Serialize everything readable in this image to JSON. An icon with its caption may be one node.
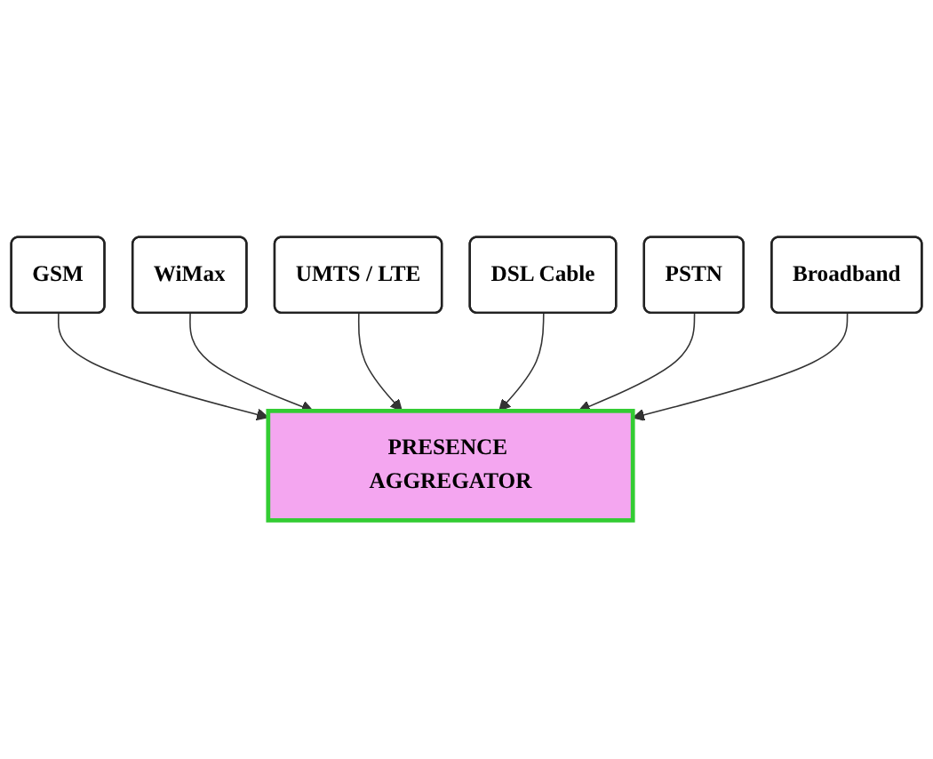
{
  "diagram": {
    "nodes": [
      {
        "text": [
          "WiMax"
        ]
      },
      {
        "text": [
          "GSM"
        ]
      },
      {
        "text": [
          "UMTS / LTE"
        ]
      },
      {
        "text": [
          "PRESENCE AGGREGATOR"
        ]
      },
      {
        "text": [
          "DSL Cable"
        ]
      },
      {
        "text": [
          "PSTN"
        ]
      },
      {
        "text": [
          "Broadband"
        ]
      }
    ],
    "edges": [
      {
        "from": 1,
        "to": 3,
        "arrow": "to"
      },
      {
        "from": 0,
        "to": 3,
        "arrow": "to"
      },
      {
        "from": 2,
        "to": 3,
        "arrow": "to"
      },
      {
        "from": 4,
        "to": 3,
        "arrow": "to"
      },
      {
        "from": 5,
        "to": 3,
        "arrow": "to"
      },
      {
        "from": 6,
        "to": 3,
        "arrow": "to"
      }
    ]
  }
}
